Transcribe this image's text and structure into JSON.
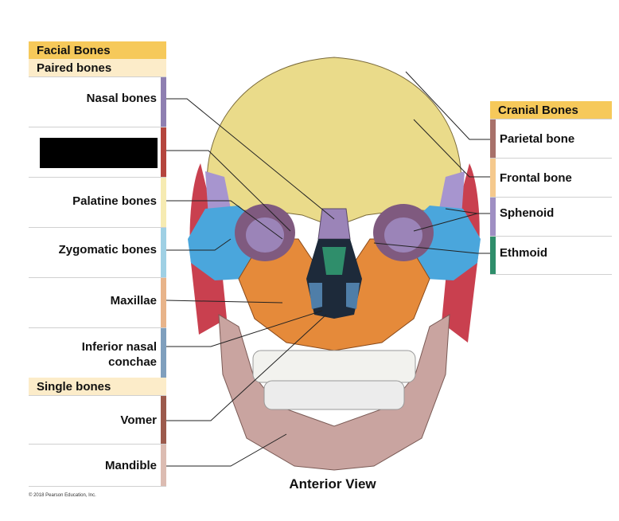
{
  "facial": {
    "header": "Facial Bones",
    "paired_header": "Paired bones",
    "single_header": "Single bones",
    "items": [
      {
        "label": "Nasal bones",
        "color": "#8e7fb1"
      },
      {
        "label": "",
        "color": "#b5453d"
      },
      {
        "label": "Palatine bones",
        "color": "#f6ebb2"
      },
      {
        "label": "Zygomatic bones",
        "color": "#9fd0e4"
      },
      {
        "label": "Maxillae",
        "color": "#e8b48a"
      },
      {
        "label": "Inferior nasal\nconchae",
        "color": "#7f9fbd"
      },
      {
        "label": "Vomer",
        "color": "#9c5a4c"
      },
      {
        "label": "Mandible",
        "color": "#dcbcb2"
      }
    ]
  },
  "cranial": {
    "header": "Cranial Bones",
    "items": [
      {
        "label": "Parietal bone",
        "color": "#a8716a"
      },
      {
        "label": "Frontal bone",
        "color": "#f5c98d"
      },
      {
        "label": "Sphenoid",
        "color": "#9f8fc3"
      },
      {
        "label": "Ethmoid",
        "color": "#2f8e6b"
      }
    ]
  },
  "header_colors": {
    "facial": "#f6c95a",
    "paired": "#fcecc9",
    "single": "#fcecc9",
    "cranial": "#f6c95a"
  },
  "caption": "Anterior View",
  "copyright": "© 2018 Pearson Education, Inc."
}
